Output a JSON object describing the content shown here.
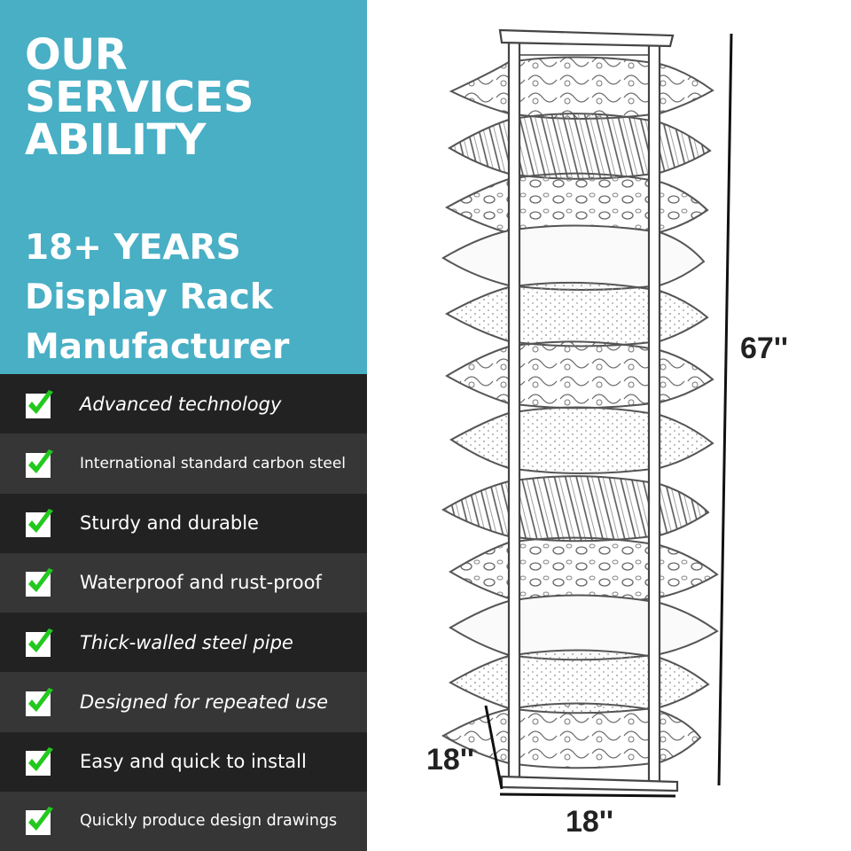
{
  "heading": {
    "line1": "OUR",
    "line2": "SERVICES",
    "line3": "ABILITY"
  },
  "subheading": {
    "line1": "18+ YEARS",
    "line2": "Display Rack",
    "line3": "Manufacturer"
  },
  "features": [
    "Advanced technology",
    "International standard carbon steel",
    "Sturdy and durable",
    "Waterproof and rust-proof",
    "Thick-walled steel pipe",
    "Designed for repeated use",
    "Easy and quick to install",
    "Quickly produce design drawings"
  ],
  "dimensions": {
    "height": "67''",
    "depth": "18''",
    "width": "18''"
  },
  "colors": {
    "teal": "#48afc5",
    "check": "#22c81e",
    "row_dark": "#222222",
    "row_light": "#363636"
  }
}
